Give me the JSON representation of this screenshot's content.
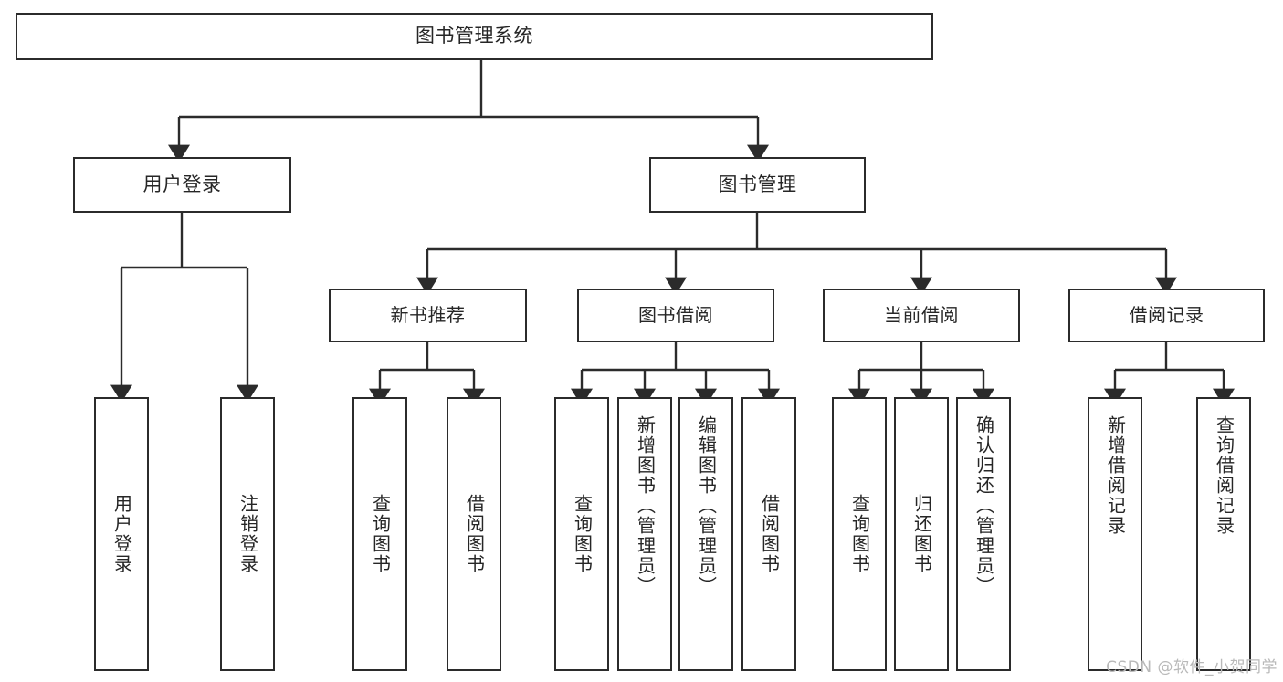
{
  "diagram": {
    "title": "图书管理系统",
    "type": "功能结构图",
    "watermark": "CSDN @软件_小贺同学",
    "colors": {
      "background": "#ffffff",
      "box_border": "#2b2b2b",
      "box_fill": "#ffffff",
      "text": "#262626",
      "edge": "#2b2b2b",
      "watermark": "#b9b9b9"
    }
  },
  "nodes": {
    "root": {
      "label": "图书管理系统"
    },
    "level2": [
      {
        "id": "user-login",
        "label": "用户登录"
      },
      {
        "id": "book-manage",
        "label": "图书管理"
      }
    ],
    "level3": [
      {
        "id": "new-book-recommend",
        "label": "新书推荐"
      },
      {
        "id": "book-borrow",
        "label": "图书借阅"
      },
      {
        "id": "current-borrow",
        "label": "当前借阅"
      },
      {
        "id": "borrow-record",
        "label": "借阅记录"
      }
    ],
    "leaves": {
      "user_login": [
        {
          "id": "leaf-user-login",
          "label": "用户登录"
        },
        {
          "id": "leaf-logout-login",
          "label": "注销登录"
        }
      ],
      "new_book_recommend": [
        {
          "id": "leaf-query-book-1",
          "label": "查询图书"
        },
        {
          "id": "leaf-borrow-book-1",
          "label": "借阅图书"
        }
      ],
      "book_borrow": [
        {
          "id": "leaf-query-book-2",
          "label": "查询图书"
        },
        {
          "id": "leaf-add-book",
          "label": "新增图书（管理员）"
        },
        {
          "id": "leaf-edit-book",
          "label": "编辑图书（管理员）"
        },
        {
          "id": "leaf-borrow-book-2",
          "label": "借阅图书"
        }
      ],
      "current_borrow": [
        {
          "id": "leaf-query-book-3",
          "label": "查询图书"
        },
        {
          "id": "leaf-return-book",
          "label": "归还图书"
        },
        {
          "id": "leaf-confirm-return",
          "label": "确认归还（管理员）"
        }
      ],
      "borrow_record": [
        {
          "id": "leaf-add-record",
          "label": "新增借阅记录"
        },
        {
          "id": "leaf-query-record",
          "label": "查询借阅记录"
        }
      ]
    }
  }
}
